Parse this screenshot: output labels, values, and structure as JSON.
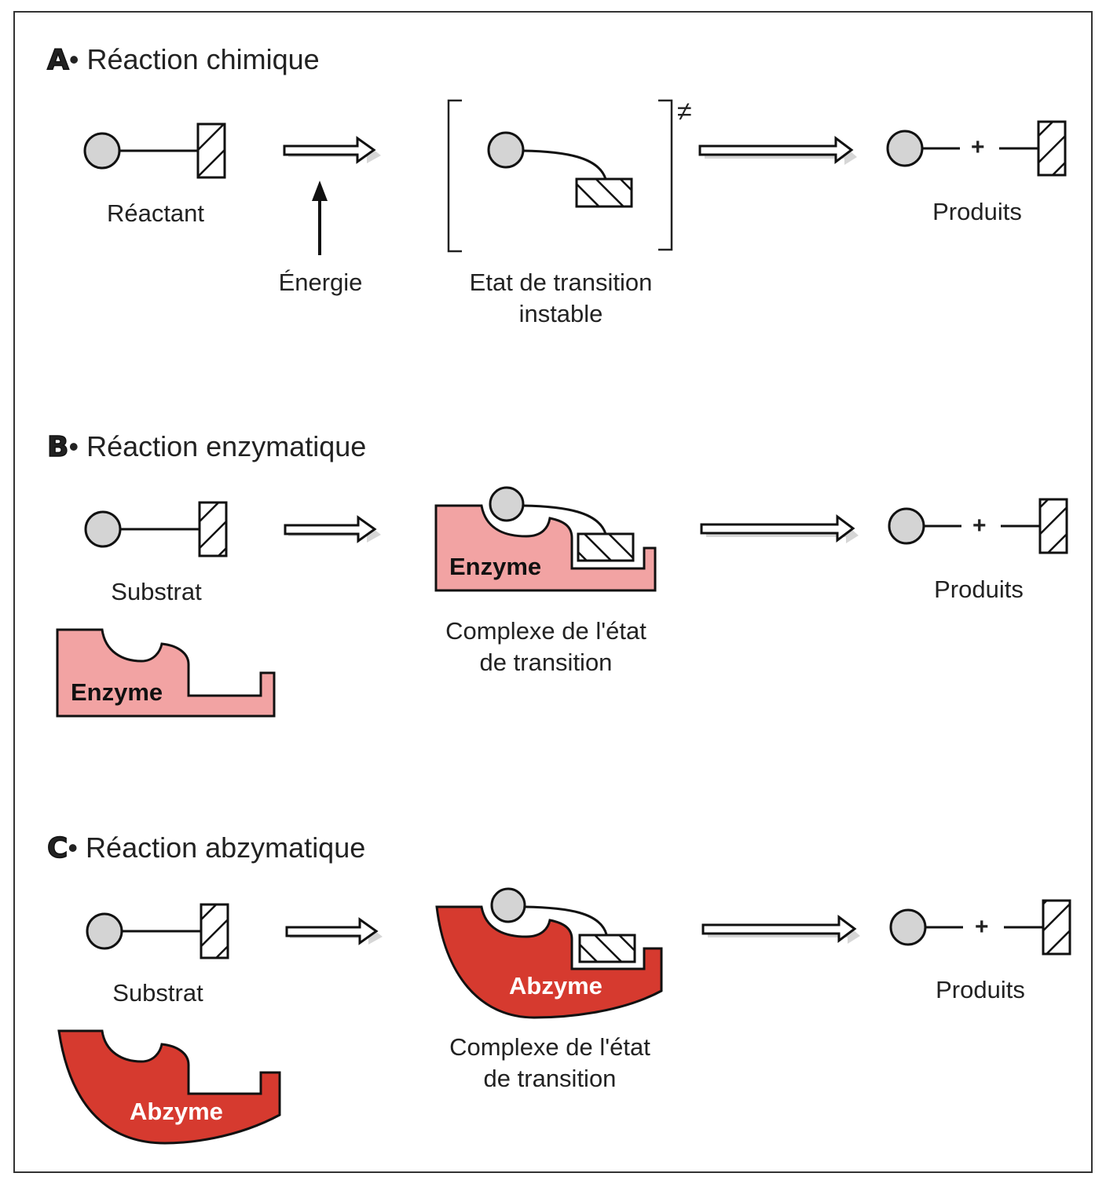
{
  "sections": [
    {
      "letter": "A",
      "bullet": "•",
      "title": "Réaction chimique",
      "left_label": "Réactant",
      "energy_label": "Énergie",
      "middle_label_line1": "Etat de transition",
      "middle_label_line2": "instable",
      "transition_mark": "≠",
      "plus": "+",
      "right_label": "Produits"
    },
    {
      "letter": "B",
      "bullet": "•",
      "title": "Réaction enzymatique",
      "left_label": "Substrat",
      "catalyst_label": "Enzyme",
      "middle_label_line1": "Complexe de l'état",
      "middle_label_line2": "de transition",
      "plus": "+",
      "right_label": "Produits"
    },
    {
      "letter": "C",
      "bullet": "•",
      "title": "Réaction abzymatique",
      "left_label": "Substrat",
      "catalyst_label": "Abzyme",
      "middle_label_line1": "Complexe de l'état",
      "middle_label_line2": "de transition",
      "plus": "+",
      "right_label": "Produits"
    }
  ],
  "colors": {
    "enzyme_fill": "#f2a3a3",
    "abzyme_fill": "#d63a2f",
    "ball_fill": "#d4d4d4",
    "outline": "#111111"
  }
}
